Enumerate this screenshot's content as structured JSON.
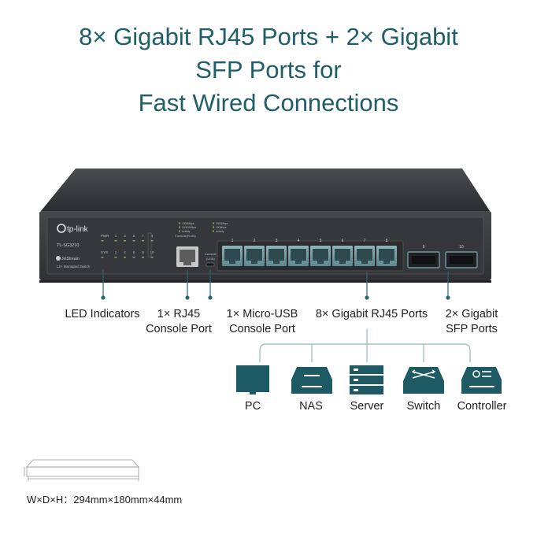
{
  "headline": {
    "line1": "8× Gigabit RJ45 Ports + 2× Gigabit",
    "line2": "SFP Ports for",
    "line3": "Fast Wired Connections"
  },
  "device": {
    "brand": "tp-link",
    "model": "TL-SG3210",
    "series": "JetStream",
    "subtitle": "L2+ Managed Switch",
    "pwr": "PWR",
    "sys": "SYS",
    "console_rj45": "Console(RJ45)",
    "console_usb_line1": "Console",
    "console_usb_line2": "(USB)",
    "port_numbers": [
      "1",
      "2",
      "3",
      "4",
      "5",
      "6",
      "7",
      "8"
    ],
    "sfp_numbers": [
      "9",
      "10"
    ],
    "led_top_numbers": [
      "1",
      "3",
      "5",
      "7",
      "9"
    ],
    "led_bottom_numbers": [
      "2",
      "4",
      "6",
      "8",
      "10"
    ],
    "legend_left": [
      "1000Mbps",
      "10/100Mbps",
      "Activity"
    ],
    "legend_right": [
      "1000Mbps",
      "100Mbps",
      "Activity"
    ]
  },
  "callouts": {
    "led": "LED Indicators",
    "rj45_console_line1": "1× RJ45",
    "rj45_console_line2": "Console Port",
    "usb_console_line1": "1× Micro-USB",
    "usb_console_line2": "Console Port",
    "rj45_ports": "8× Gigabit RJ45 Ports",
    "sfp_line1": "2× Gigabit",
    "sfp_line2": "SFP Ports"
  },
  "devices": [
    {
      "label": "PC",
      "icon": "pc-icon"
    },
    {
      "label": "NAS",
      "icon": "nas-icon"
    },
    {
      "label": "Server",
      "icon": "server-icon"
    },
    {
      "label": "Switch",
      "icon": "switch-icon"
    },
    {
      "label": "Controller",
      "icon": "controller-icon"
    }
  ],
  "dimensions": "W×D×H：294mm×180mm×44mm",
  "colors": {
    "headline": "#1f5f68",
    "icon": "#1e5a63",
    "port": "#6f9aa1",
    "chassis": "#3b3d41"
  }
}
